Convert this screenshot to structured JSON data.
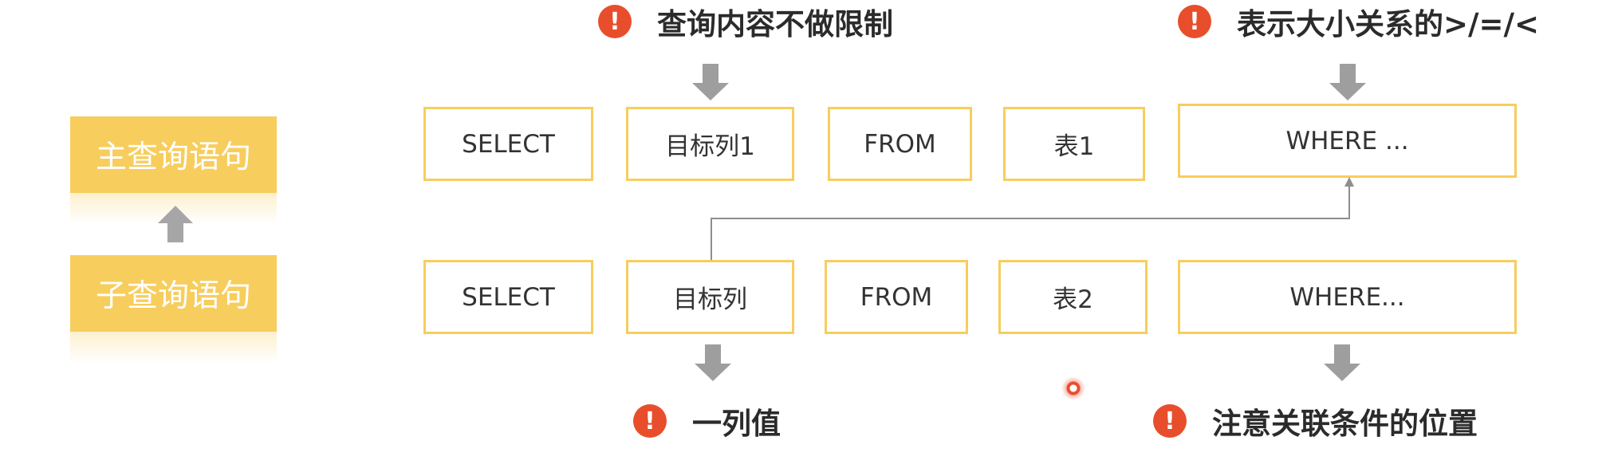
{
  "side": {
    "main_label": "主查询语句",
    "sub_label": "子查询语句"
  },
  "main_row": {
    "select": "SELECT",
    "target": "目标列1",
    "from": "FROM",
    "table": "表1",
    "where": "WHERE ..."
  },
  "sub_row": {
    "select": "SELECT",
    "target": "目标列",
    "from": "FROM",
    "table": "表2",
    "where": "WHERE..."
  },
  "notes": {
    "top_left": "查询内容不做限制",
    "top_right": "表示大小关系的>/=/<",
    "bottom_left": "一列值",
    "bottom_right": "注意关联条件的位置"
  },
  "icons": {
    "warning": "!",
    "warning_icon": "exclamation-circle-icon",
    "up_arrow_icon": "gray-up-arrow-icon",
    "down_arrow_icon": "gray-down-arrow-icon"
  },
  "colors": {
    "box_border": "#F7CD5D",
    "side_fill": "#F7CD5D",
    "warning": "#E84E2C",
    "arrow": "#9E9E9E",
    "connector": "#8E8E8E"
  }
}
